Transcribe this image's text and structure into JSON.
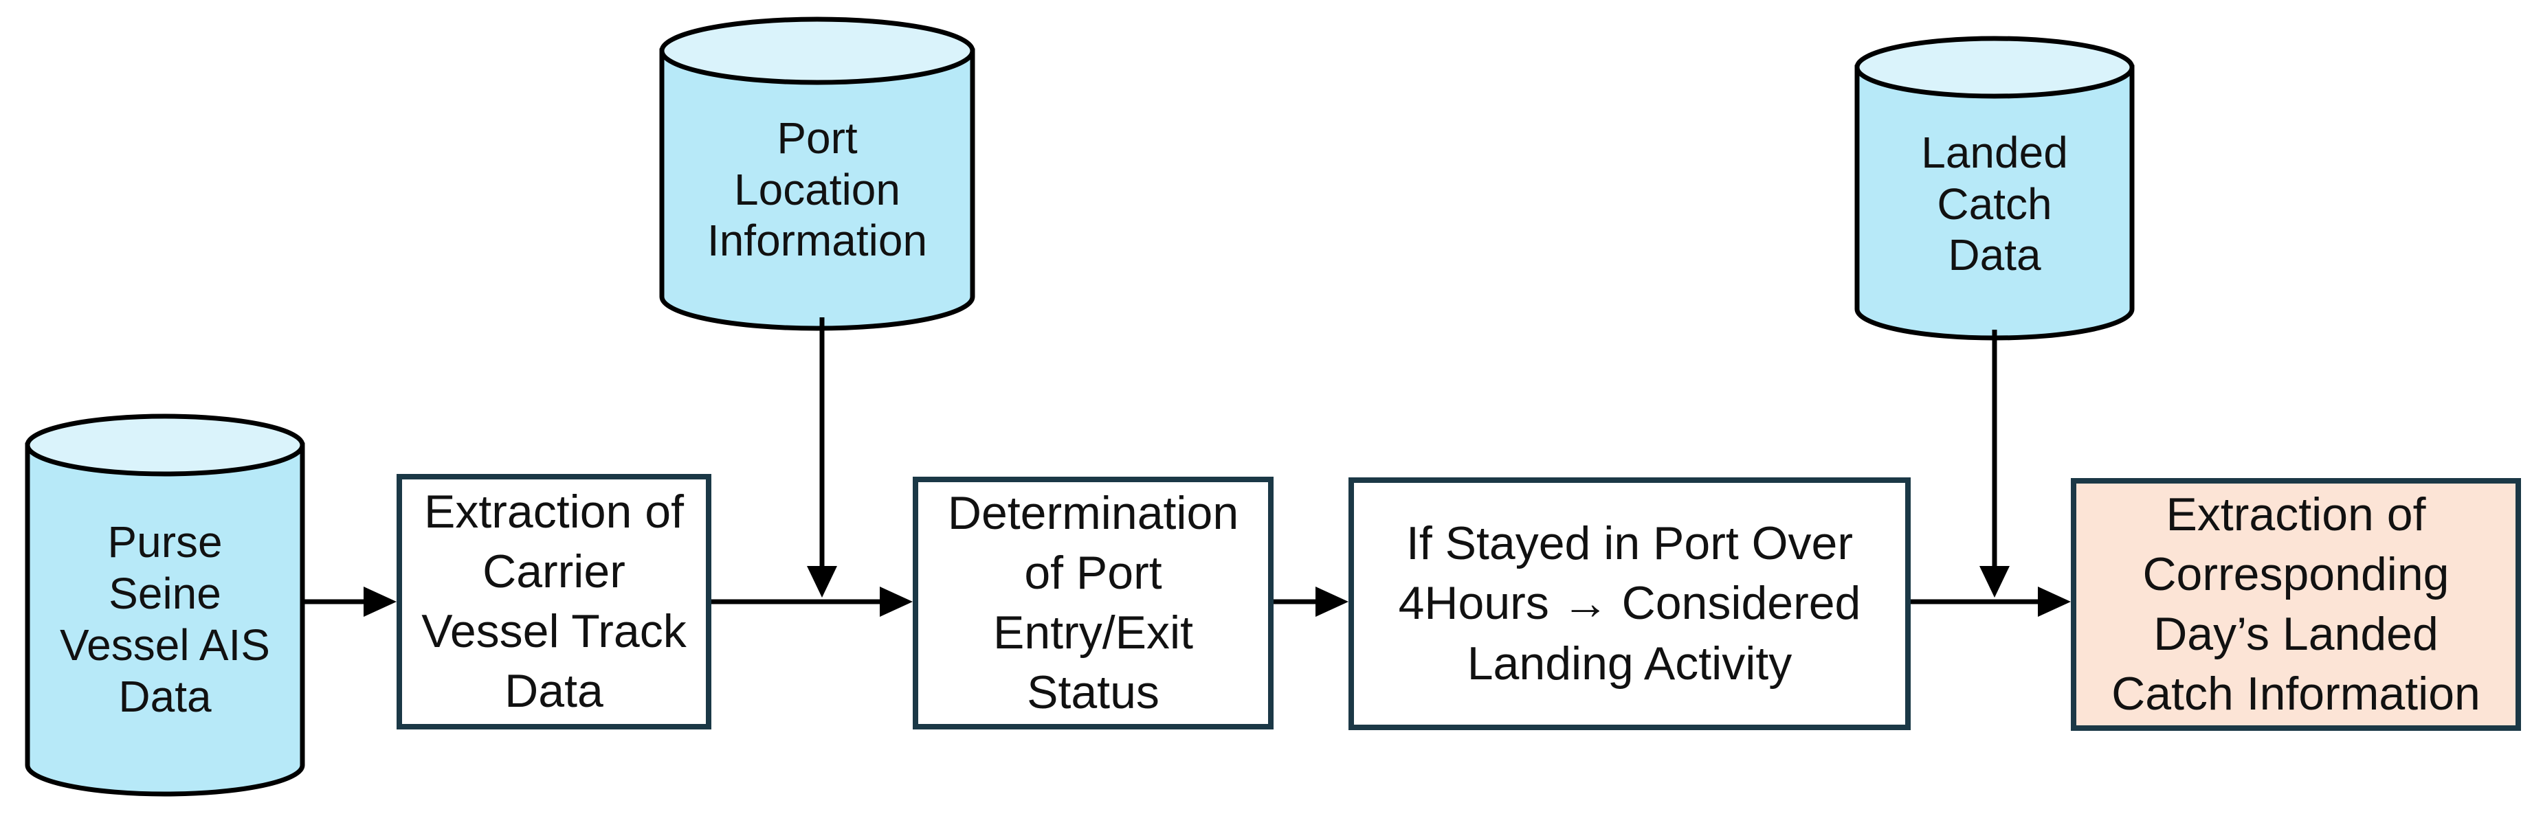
{
  "diagram": {
    "nodes": [
      {
        "id": "purse-seine-ais",
        "type": "database",
        "label": "Purse\nSeine\nVessel AIS\nData"
      },
      {
        "id": "extract-track",
        "type": "process",
        "label": "Extraction of\nCarrier\nVessel Track\nData"
      },
      {
        "id": "port-location",
        "type": "database",
        "label": "Port\nLocation\nInformation"
      },
      {
        "id": "port-entry-exit",
        "type": "process",
        "label": "Determination\nof Port\nEntry/Exit\nStatus"
      },
      {
        "id": "landing-rule",
        "type": "process",
        "label": "If Stayed in Port Over\n4Hours → Considered\nLanding Activity"
      },
      {
        "id": "landed-catch",
        "type": "database",
        "label": "Landed\nCatch\nData"
      },
      {
        "id": "extract-catch",
        "type": "result",
        "label": "Extraction of\nCorresponding\nDay’s Landed\nCatch Information"
      }
    ],
    "edges": [
      {
        "from": "purse-seine-ais",
        "to": "extract-track"
      },
      {
        "from": "extract-track",
        "to": "port-entry-exit"
      },
      {
        "from": "port-location",
        "to": "port-entry-exit"
      },
      {
        "from": "port-entry-exit",
        "to": "landing-rule"
      },
      {
        "from": "landing-rule",
        "to": "extract-catch"
      },
      {
        "from": "landed-catch",
        "to": "extract-catch"
      }
    ],
    "colors": {
      "database_fill": "#b7e9f8",
      "database_top_fill": "#daf3fb",
      "database_outline": "#000000",
      "process_fill": "#ffffff",
      "result_fill": "#fce4d6",
      "process_border": "#1b3846",
      "arrow": "#000000",
      "text": "#111111"
    }
  }
}
